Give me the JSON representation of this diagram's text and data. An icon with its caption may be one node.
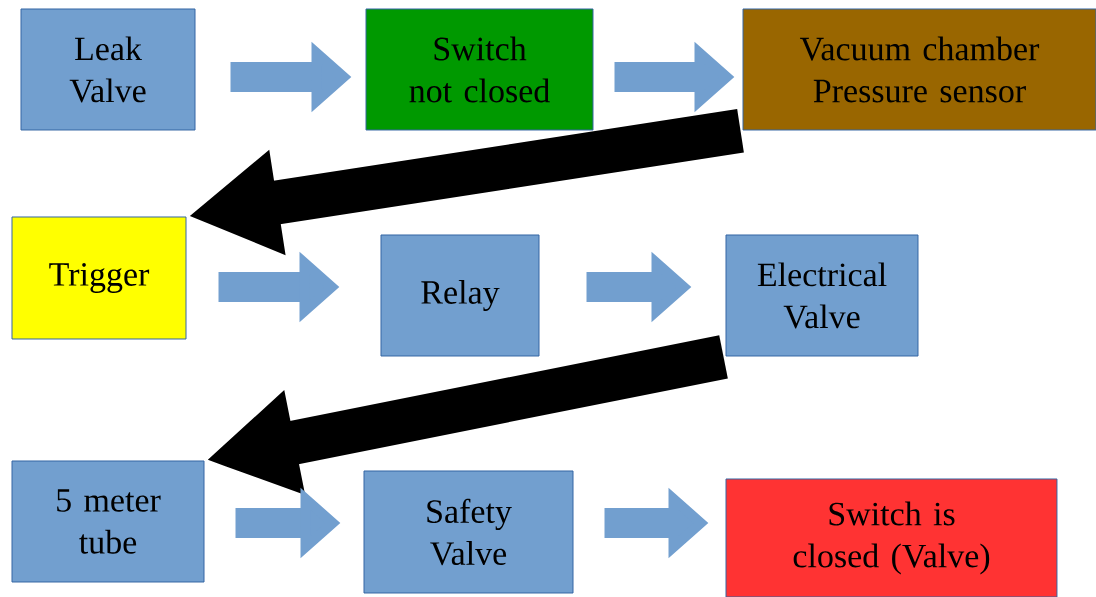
{
  "diagram": {
    "nodes": [
      {
        "text": [
          "Leak Valve"
        ]
      },
      {
        "text": [
          "Switch not closed"
        ]
      },
      {
        "text": [
          "Vacuum chamber Pressure sensor"
        ]
      },
      {
        "text": [
          "Trigger"
        ]
      },
      {
        "text": [
          "Relay"
        ]
      },
      {
        "text": [
          "Electrical Valve"
        ]
      },
      {
        "text": [
          "5 meter tube"
        ]
      },
      {
        "text": [
          "Safety Valve"
        ]
      },
      {
        "text": [
          "Switch is closed (Valve)"
        ]
      }
    ],
    "edges": [
      {
        "from": 0,
        "to": 1,
        "arrow": "to"
      },
      {
        "from": 1,
        "to": 2,
        "arrow": "to"
      },
      {
        "from": 2,
        "to": 3,
        "arrow": "to",
        "color": "#000000"
      },
      {
        "from": 3,
        "to": 4,
        "arrow": "to"
      },
      {
        "from": 4,
        "to": 5,
        "arrow": "to"
      },
      {
        "from": 5,
        "to": 6,
        "arrow": "to",
        "color": "#000000"
      },
      {
        "from": 6,
        "to": 7,
        "arrow": "to"
      },
      {
        "from": 7,
        "to": 8,
        "arrow": "to"
      }
    ]
  }
}
